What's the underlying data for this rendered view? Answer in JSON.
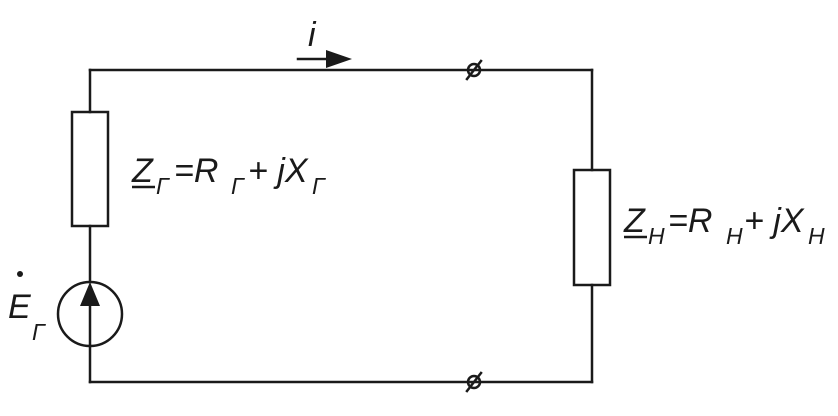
{
  "labels": {
    "current": "i",
    "source_emf": "E",
    "source_emf_sub": "Г",
    "gen_impedance": {
      "Z": "Z",
      "Z_sub": "Г",
      "eq_R": "=R",
      "R_sub": "Г",
      "plus_jX": "+ jX",
      "X_sub": "Г"
    },
    "load_impedance": {
      "Z": "Z",
      "Z_sub": "H",
      "eq_R": "=R",
      "R_sub": "H",
      "plus_jX": "+ jX",
      "X_sub": "H"
    }
  },
  "colors": {
    "stroke": "#1a1a1a",
    "background": "#ffffff"
  }
}
